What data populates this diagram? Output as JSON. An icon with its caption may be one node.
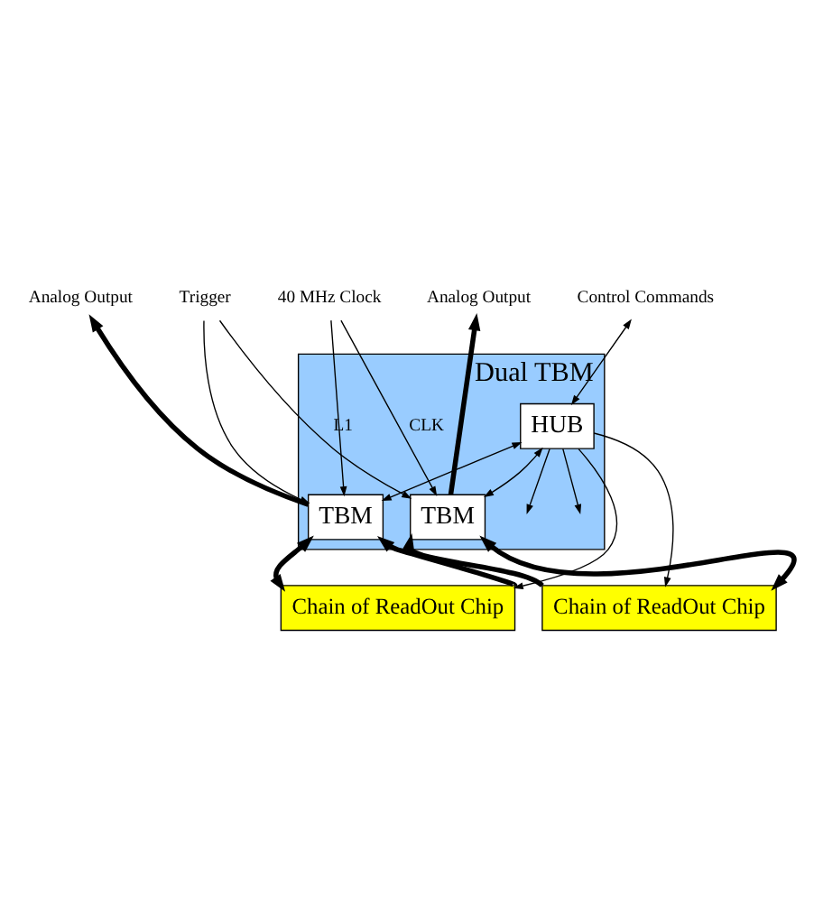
{
  "diagram": {
    "nodes": [
      {
        "text": [
          "Dual TBM"
        ]
      },
      {
        "text": [
          "HUB"
        ],
        "in": 0
      },
      {
        "text": [
          "TBM"
        ],
        "in": 0
      },
      {
        "text": [
          "TBM"
        ],
        "in": 0
      },
      {
        "text": [
          "Chain of ReadOut Chip"
        ]
      },
      {
        "text": [
          "Chain of ReadOut Chip"
        ]
      },
      {
        "text": [
          "Control Commands"
        ]
      },
      {
        "text": [
          "Analog Output"
        ]
      },
      {
        "text": [
          "40 MHz Clock"
        ]
      },
      {
        "text": [
          "Trigger"
        ]
      },
      {
        "text": [
          "Analog Output"
        ]
      }
    ],
    "edges": [
      {
        "from": 6,
        "to": 1,
        "arrow": "both"
      },
      {
        "from": 2,
        "to": 7,
        "arrow": "to",
        "style": "thick"
      },
      {
        "from": 3,
        "to": 10,
        "arrow": "to",
        "style": "thick"
      },
      {
        "from": 8,
        "to": 2,
        "arrow": "to",
        "label": "CLK"
      },
      {
        "from": 8,
        "to": 3,
        "arrow": "to"
      },
      {
        "from": 9,
        "to": 2,
        "arrow": "to",
        "label": "L1"
      },
      {
        "from": 9,
        "to": 3,
        "arrow": "to"
      },
      {
        "from": 1,
        "to": 2,
        "arrow": "both"
      },
      {
        "from": 1,
        "to": 3,
        "arrow": "both"
      },
      {
        "from": 1,
        "to": null,
        "arrow": "to"
      },
      {
        "from": 1,
        "to": null,
        "arrow": "to"
      },
      {
        "from": 1,
        "to": 4,
        "arrow": "to"
      },
      {
        "from": 1,
        "to": 5,
        "arrow": "to"
      },
      {
        "from": 4,
        "to": 2,
        "arrow": "to",
        "style": "thick"
      },
      {
        "from": 2,
        "to": 4,
        "arrow": "both",
        "style": "thick"
      },
      {
        "from": 5,
        "to": 3,
        "arrow": "both",
        "style": "thick"
      },
      {
        "from": 5,
        "to": 3,
        "arrow": "to",
        "style": "thick"
      }
    ]
  }
}
